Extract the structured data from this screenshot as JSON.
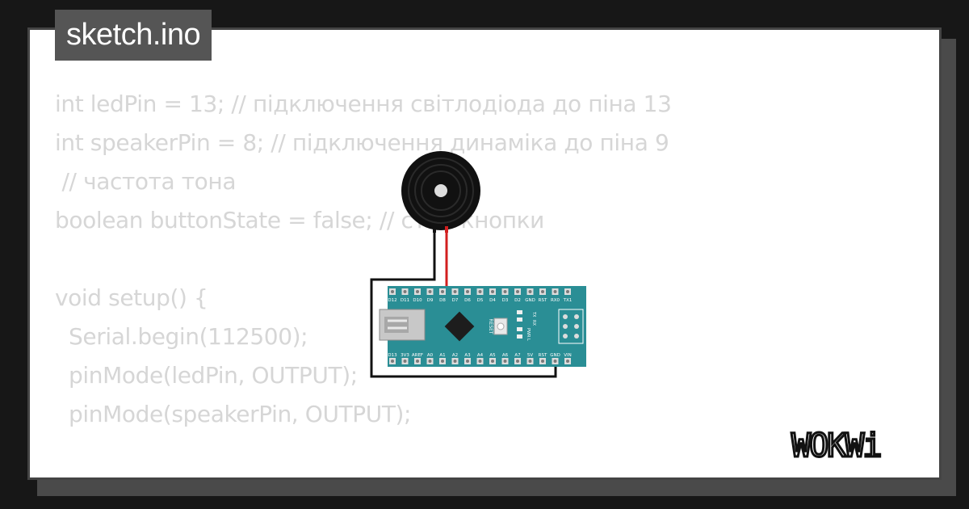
{
  "file_tab": {
    "label": "sketch.ino"
  },
  "code_lines": [
    "int ledPin = 13; // підключення світлодіода до піна 13",
    "int speakerPin = 8; // підключення динаміка до піна 9",
    " // частота тона",
    "boolean buttonState = false; // стан кнопки",
    "",
    "void setup() {",
    "  Serial.begin(112500);",
    "  pinMode(ledPin, OUTPUT);",
    "  pinMode(speakerPin, OUTPUT);",
    "",
    ""
  ],
  "board": {
    "top_pins": [
      "D12",
      "D11",
      "D10",
      "D9",
      "D8",
      "D7",
      "D6",
      "D5",
      "D4",
      "D3",
      "D2",
      "GND",
      "RST",
      "RX0",
      "TX1"
    ],
    "bottom_pins": [
      "D13",
      "3V3",
      "AREF",
      "A0",
      "A1",
      "A2",
      "A3",
      "A4",
      "A5",
      "A6",
      "A7",
      "5V",
      "RST",
      "GND",
      "VIN"
    ],
    "reset_label": "RESET",
    "led_labels": [
      "TX",
      "RX",
      "PWR",
      "L"
    ]
  },
  "logo": {
    "text": "WOKWi"
  },
  "colors": {
    "board_teal": "#2a8e95",
    "wire_red": "#d21f1f",
    "wire_black": "#111111",
    "code_text": "#d6d6d6",
    "tab_bg": "#555555"
  }
}
